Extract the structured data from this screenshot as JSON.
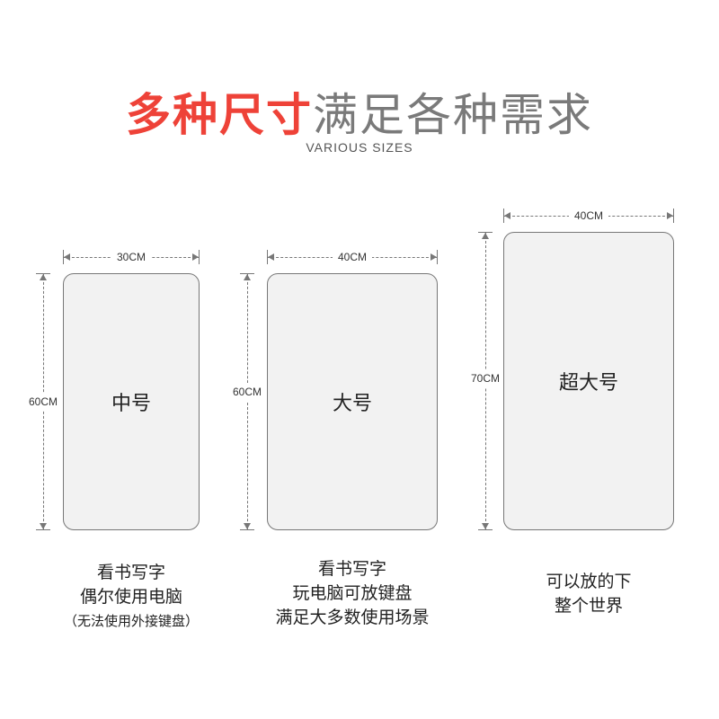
{
  "header": {
    "title_red": "多种尺寸",
    "title_gray": "满足各种需求",
    "subtitle": "VARIOUS SIZES"
  },
  "products": [
    {
      "label": "中号",
      "width": "30CM",
      "height": "60CM",
      "desc": [
        "看书写字",
        "偶尔使用电脑",
        "（无法使用外接键盘）"
      ]
    },
    {
      "label": "大号",
      "width": "40CM",
      "height": "60CM",
      "desc": [
        "看书写字",
        "玩电脑可放键盘",
        "满足大多数使用场景"
      ]
    },
    {
      "label": "超大号",
      "width": "40CM",
      "height": "70CM",
      "desc": [
        "可以放的下",
        "整个世界"
      ]
    }
  ],
  "colors": {
    "accent_red": "#ee4238",
    "title_gray": "#7a7a7a",
    "card_fill": "#f2f2f2",
    "card_border": "#777777"
  }
}
